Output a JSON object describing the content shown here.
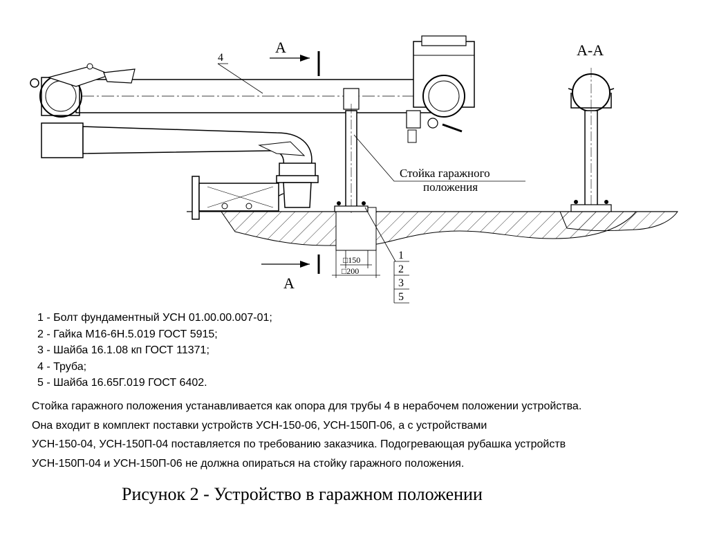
{
  "drawing": {
    "section_mark_top": "А",
    "section_mark_bottom": "А",
    "section_title": "А-А",
    "callout_pipe": "4",
    "stand_label_line1": "Стойка гаражного",
    "stand_label_line2": "положения",
    "dim_150": "□150",
    "dim_200": "□200",
    "callout_numbers": [
      "1",
      "2",
      "3",
      "5"
    ]
  },
  "legend": {
    "items": [
      "1 - Болт фундаментный УСН 01.00.00.007-01;",
      "2 - Гайка М16-6Н.5.019 ГОСТ 5915;",
      "3 - Шайба 16.1.08 кп ГОСТ 11371;",
      "4 - Труба;",
      "5 - Шайба 16.65Г.019 ГОСТ 6402."
    ]
  },
  "note": {
    "lines": [
      "Стойка гаражного положения устанавливается как опора для трубы 4 в нерабочем положении устройства.",
      "Она входит в комплект поставки устройств УСН-150-06, УСН-150П-06, а с устройствами",
      "УСН-150-04, УСН-150П-04 поставляется по требованию заказчика. Подогревающая рубашка устройств",
      "УСН-150П-04 и УСН-150П-06 не должна опираться на стойку гаражного положения."
    ]
  },
  "caption": "Рисунок 2 -  Устройство в гаражном положении"
}
